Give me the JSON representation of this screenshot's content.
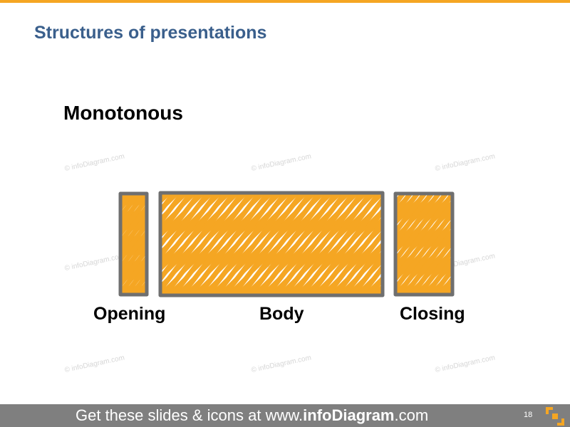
{
  "title": "Structures of presentations",
  "subtitle": "Monotonous",
  "sections": [
    {
      "label": "Opening"
    },
    {
      "label": "Body"
    },
    {
      "label": "Closing"
    }
  ],
  "watermark": "© infoDiagram.com",
  "footer": {
    "prefix": "Get these slides & icons at www.",
    "brand": "infoDiagram",
    "suffix": ".com",
    "page_number": "18"
  },
  "colors": {
    "accent": "#f5a623",
    "title": "#3a5f8c",
    "box_outline": "#6f6f6f",
    "footer_bg": "#7f7f7f"
  }
}
